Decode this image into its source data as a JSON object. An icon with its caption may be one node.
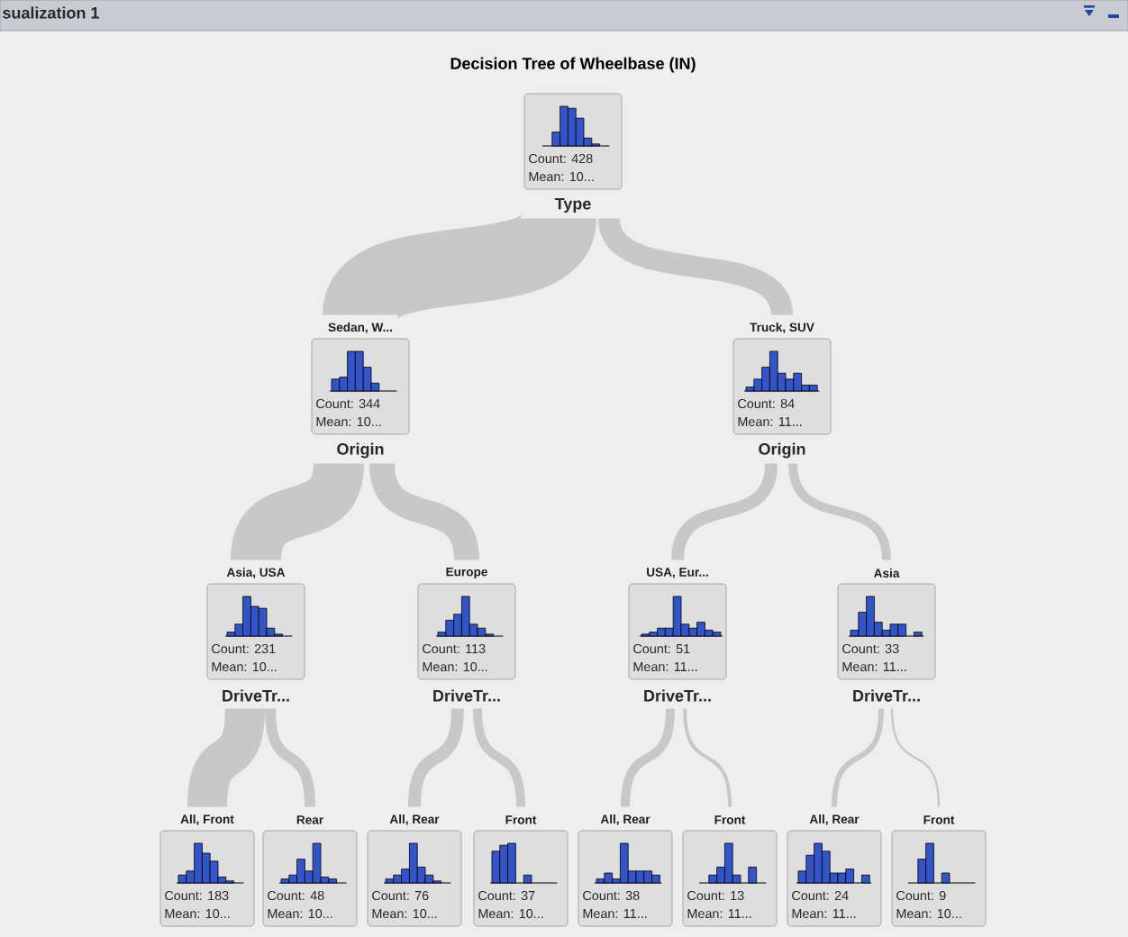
{
  "diagram": {
    "title": "Decision Tree of Wheelbase (IN)",
    "nodes": [
      {
        "text": [
          "Count: 428",
          "Mean: 10...",
          "Type"
        ]
      },
      {
        "text": [
          "Sedan, W...",
          "Count: 344",
          "Mean: 10...",
          "Origin"
        ]
      },
      {
        "text": [
          "Truck, SUV",
          "Count: 84",
          "Mean: 11...",
          "Origin"
        ]
      },
      {
        "text": [
          "Asia, USA",
          "Count: 231",
          "Mean: 10...",
          "DriveTr..."
        ]
      },
      {
        "text": [
          "Europe",
          "Count: 113",
          "Mean: 10...",
          "DriveTr..."
        ]
      },
      {
        "text": [
          "USA, Eur...",
          "Count: 51",
          "Mean: 11...",
          "DriveTr..."
        ]
      },
      {
        "text": [
          "Asia",
          "Count: 33",
          "Mean: 11...",
          "DriveTr..."
        ]
      },
      {
        "text": [
          "All, Front",
          "Count: 183",
          "Mean: 10..."
        ]
      },
      {
        "text": [
          "Rear",
          "Count: 48",
          "Mean: 10..."
        ]
      },
      {
        "text": [
          "All, Rear",
          "Count: 76",
          "Mean: 10..."
        ]
      },
      {
        "text": [
          "Front",
          "Count: 37",
          "Mean: 10..."
        ]
      },
      {
        "text": [
          "All, Rear",
          "Count: 38",
          "Mean: 11..."
        ]
      },
      {
        "text": [
          "Front",
          "Count: 13",
          "Mean: 11..."
        ]
      },
      {
        "text": [
          "All, Rear",
          "Count: 24",
          "Mean: 11..."
        ]
      },
      {
        "text": [
          "Front",
          "Count: 9",
          "Mean: 10..."
        ]
      }
    ],
    "edges": [
      {
        "from": 0,
        "to": 1,
        "arrow": "none",
        "style": "thick"
      },
      {
        "from": 0,
        "to": 2,
        "arrow": "none",
        "style": "thick"
      },
      {
        "from": 1,
        "to": 3,
        "arrow": "none",
        "style": "thick"
      },
      {
        "from": 1,
        "to": 4,
        "arrow": "none",
        "style": "thick"
      },
      {
        "from": 2,
        "to": 5,
        "arrow": "none"
      },
      {
        "from": 2,
        "to": 6,
        "arrow": "none"
      },
      {
        "from": 3,
        "to": 7,
        "arrow": "none",
        "style": "thick"
      },
      {
        "from": 3,
        "to": 8,
        "arrow": "none"
      },
      {
        "from": 4,
        "to": 9,
        "arrow": "none"
      },
      {
        "from": 4,
        "to": 10,
        "arrow": "none"
      },
      {
        "from": 5,
        "to": 11,
        "arrow": "none"
      },
      {
        "from": 5,
        "to": 12,
        "arrow": "none"
      },
      {
        "from": 6,
        "to": 13,
        "arrow": "none"
      },
      {
        "from": 6,
        "to": 14,
        "arrow": "none"
      }
    ],
    "labels": [
      "sualization 1"
    ]
  }
}
